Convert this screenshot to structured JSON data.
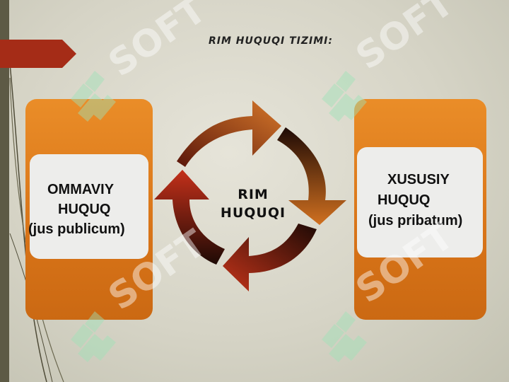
{
  "title": "RIM HUQUQI TIZIMI:",
  "center": {
    "line1": "RIM",
    "line2": "HUQUQI"
  },
  "left_box": {
    "line1": "OMMAVIY",
    "line2": "HUQUQ",
    "line3": "(jus publicum)"
  },
  "right_box": {
    "line1": "XUSUSIY",
    "line2": "HUQUQ",
    "line3": "(jus pribatum)"
  },
  "colors": {
    "orange": "#d87418",
    "dark_red": "#a52c17",
    "arrow_dark": "#5a160a",
    "arrow_light": "#d5772a"
  },
  "watermark_text": "SOFT"
}
